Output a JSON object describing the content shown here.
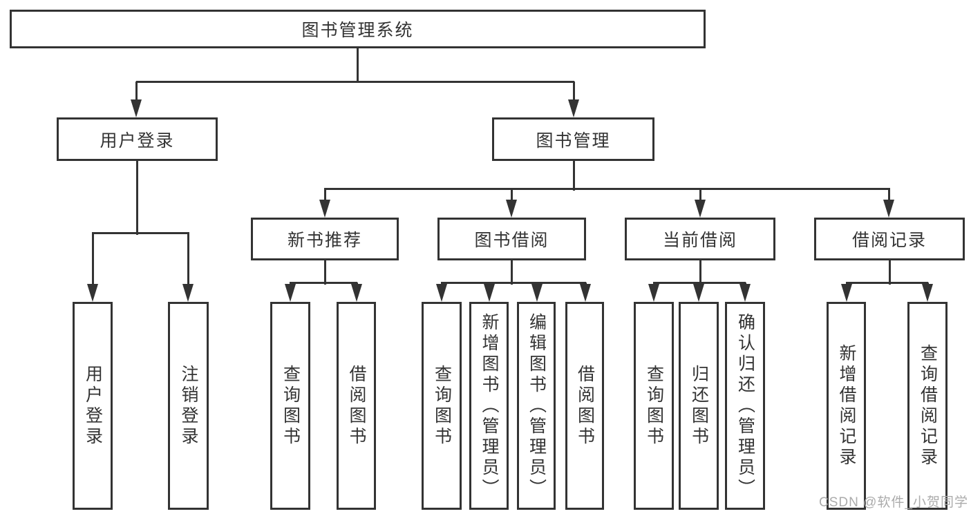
{
  "diagram": {
    "title": "图书管理系统",
    "type": "hierarchy-tree"
  },
  "nodes": {
    "root": "图书管理系统",
    "user_login": "用户登录",
    "book_mgmt": "图书管理",
    "new_books": "新书推荐",
    "book_borrow": "图书借阅",
    "current_borrow": "当前借阅",
    "borrow_records": "借阅记录",
    "user_login_v": "用户登录",
    "logout_v": "注销登录",
    "nb_query": "查询图书",
    "nb_borrow": "借阅图书",
    "bb_query": "查询图书",
    "bb_add": "新增图书（管理员）",
    "bb_edit": "编辑图书（管理员）",
    "bb_borrow": "借阅图书",
    "cb_query": "查询图书",
    "cb_return": "归还图书",
    "cb_confirm": "确认归还（管理员）",
    "br_add": "新增借阅记录",
    "br_query": "查询借阅记录"
  },
  "hierarchy": {
    "root": [
      "user_login",
      "book_mgmt"
    ],
    "user_login": [
      "user_login_v",
      "logout_v"
    ],
    "book_mgmt": [
      "new_books",
      "book_borrow",
      "current_borrow",
      "borrow_records"
    ],
    "new_books": [
      "nb_query",
      "nb_borrow"
    ],
    "book_borrow": [
      "bb_query",
      "bb_add",
      "bb_edit",
      "bb_borrow"
    ],
    "current_borrow": [
      "cb_query",
      "cb_return",
      "cb_confirm"
    ],
    "borrow_records": [
      "br_add",
      "br_query"
    ]
  },
  "watermark": {
    "text": "CSDN @软件_小贺同学",
    "color": "#ababab"
  },
  "colors": {
    "line": "#333333",
    "border": "#333333",
    "text": "#333333",
    "background": "#ffffff"
  }
}
